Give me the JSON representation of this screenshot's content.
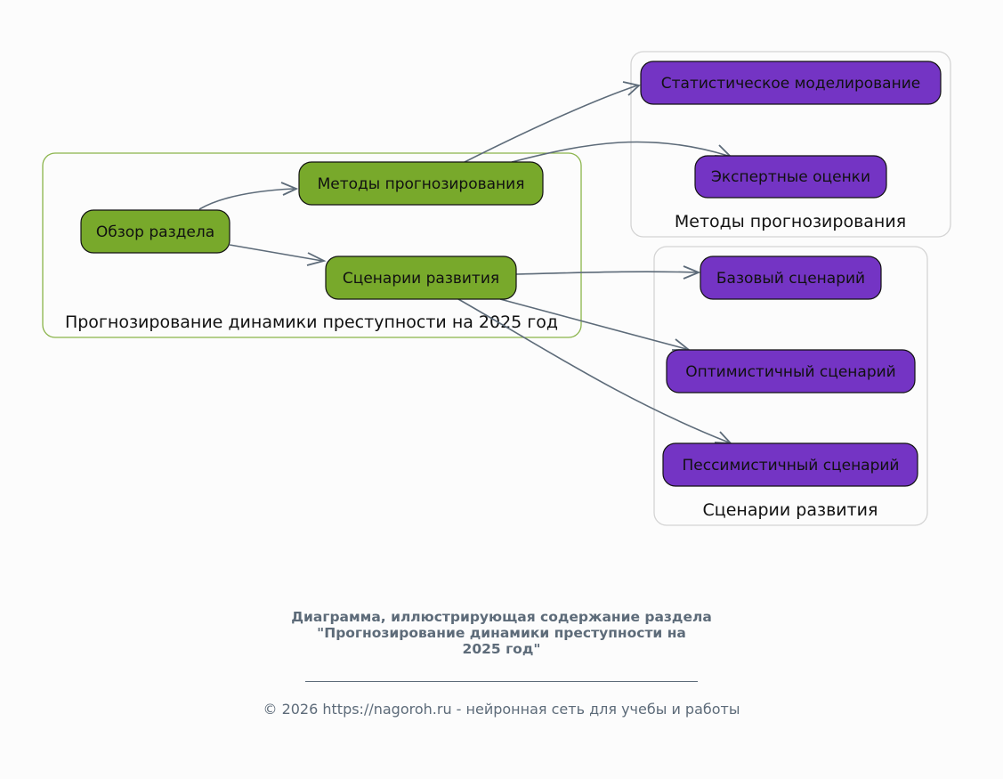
{
  "colors": {
    "background": "#fcfcfc",
    "primary_node_fill": "#78a92b",
    "secondary_node_fill": "#7434c4",
    "main_cluster_border": "#8ab44a",
    "sub_cluster_border": "#d4d4d4",
    "edge": "#5d6b79",
    "caption_text": "#5d6b79"
  },
  "clusters": {
    "main": {
      "label": "Прогнозирование динамики преступности на 2025 год"
    },
    "methods": {
      "label": "Методы прогнозирования"
    },
    "scenarios": {
      "label": "Сценарии развития"
    }
  },
  "nodes": {
    "overview": {
      "label": "Обзор раздела"
    },
    "methods": {
      "label": "Методы прогнозирования"
    },
    "scenarios": {
      "label": "Сценарии развития"
    },
    "statistical": {
      "label": "Статистическое моделирование"
    },
    "expert": {
      "label": "Экспертные оценки"
    },
    "base": {
      "label": "Базовый сценарий"
    },
    "optimistic": {
      "label": "Оптимистичный сценарий"
    },
    "pessimistic": {
      "label": "Пессимистичный сценарий"
    }
  },
  "edges": [
    {
      "from": "overview",
      "to": "methods"
    },
    {
      "from": "overview",
      "to": "scenarios"
    },
    {
      "from": "methods",
      "to": "statistical"
    },
    {
      "from": "methods",
      "to": "expert"
    },
    {
      "from": "scenarios",
      "to": "base"
    },
    {
      "from": "scenarios",
      "to": "optimistic"
    },
    {
      "from": "scenarios",
      "to": "pessimistic"
    }
  ],
  "caption": {
    "title_line1": "Диаграмма, иллюстрирующая содержание раздела",
    "title_line2": "\"Прогнозирование динамики преступности на",
    "title_line3": "2025 год\"",
    "copyright": "© 2026 https://nagoroh.ru - нейронная сеть для учебы и работы"
  }
}
